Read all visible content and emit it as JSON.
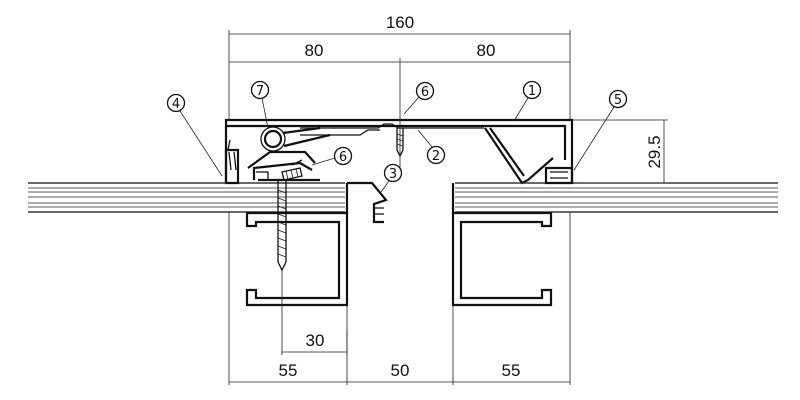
{
  "dimensions": {
    "total_width": "160",
    "half_left": "80",
    "half_right": "80",
    "height": "29.5",
    "screw_offset": "30",
    "bottom_left": "55",
    "bottom_middle": "50",
    "bottom_right": "55"
  },
  "callouts": {
    "c1": "1",
    "c2": "2",
    "c3": "3",
    "c4": "4",
    "c5": "5",
    "c6a": "6",
    "c6b": "6",
    "c7": "7"
  }
}
